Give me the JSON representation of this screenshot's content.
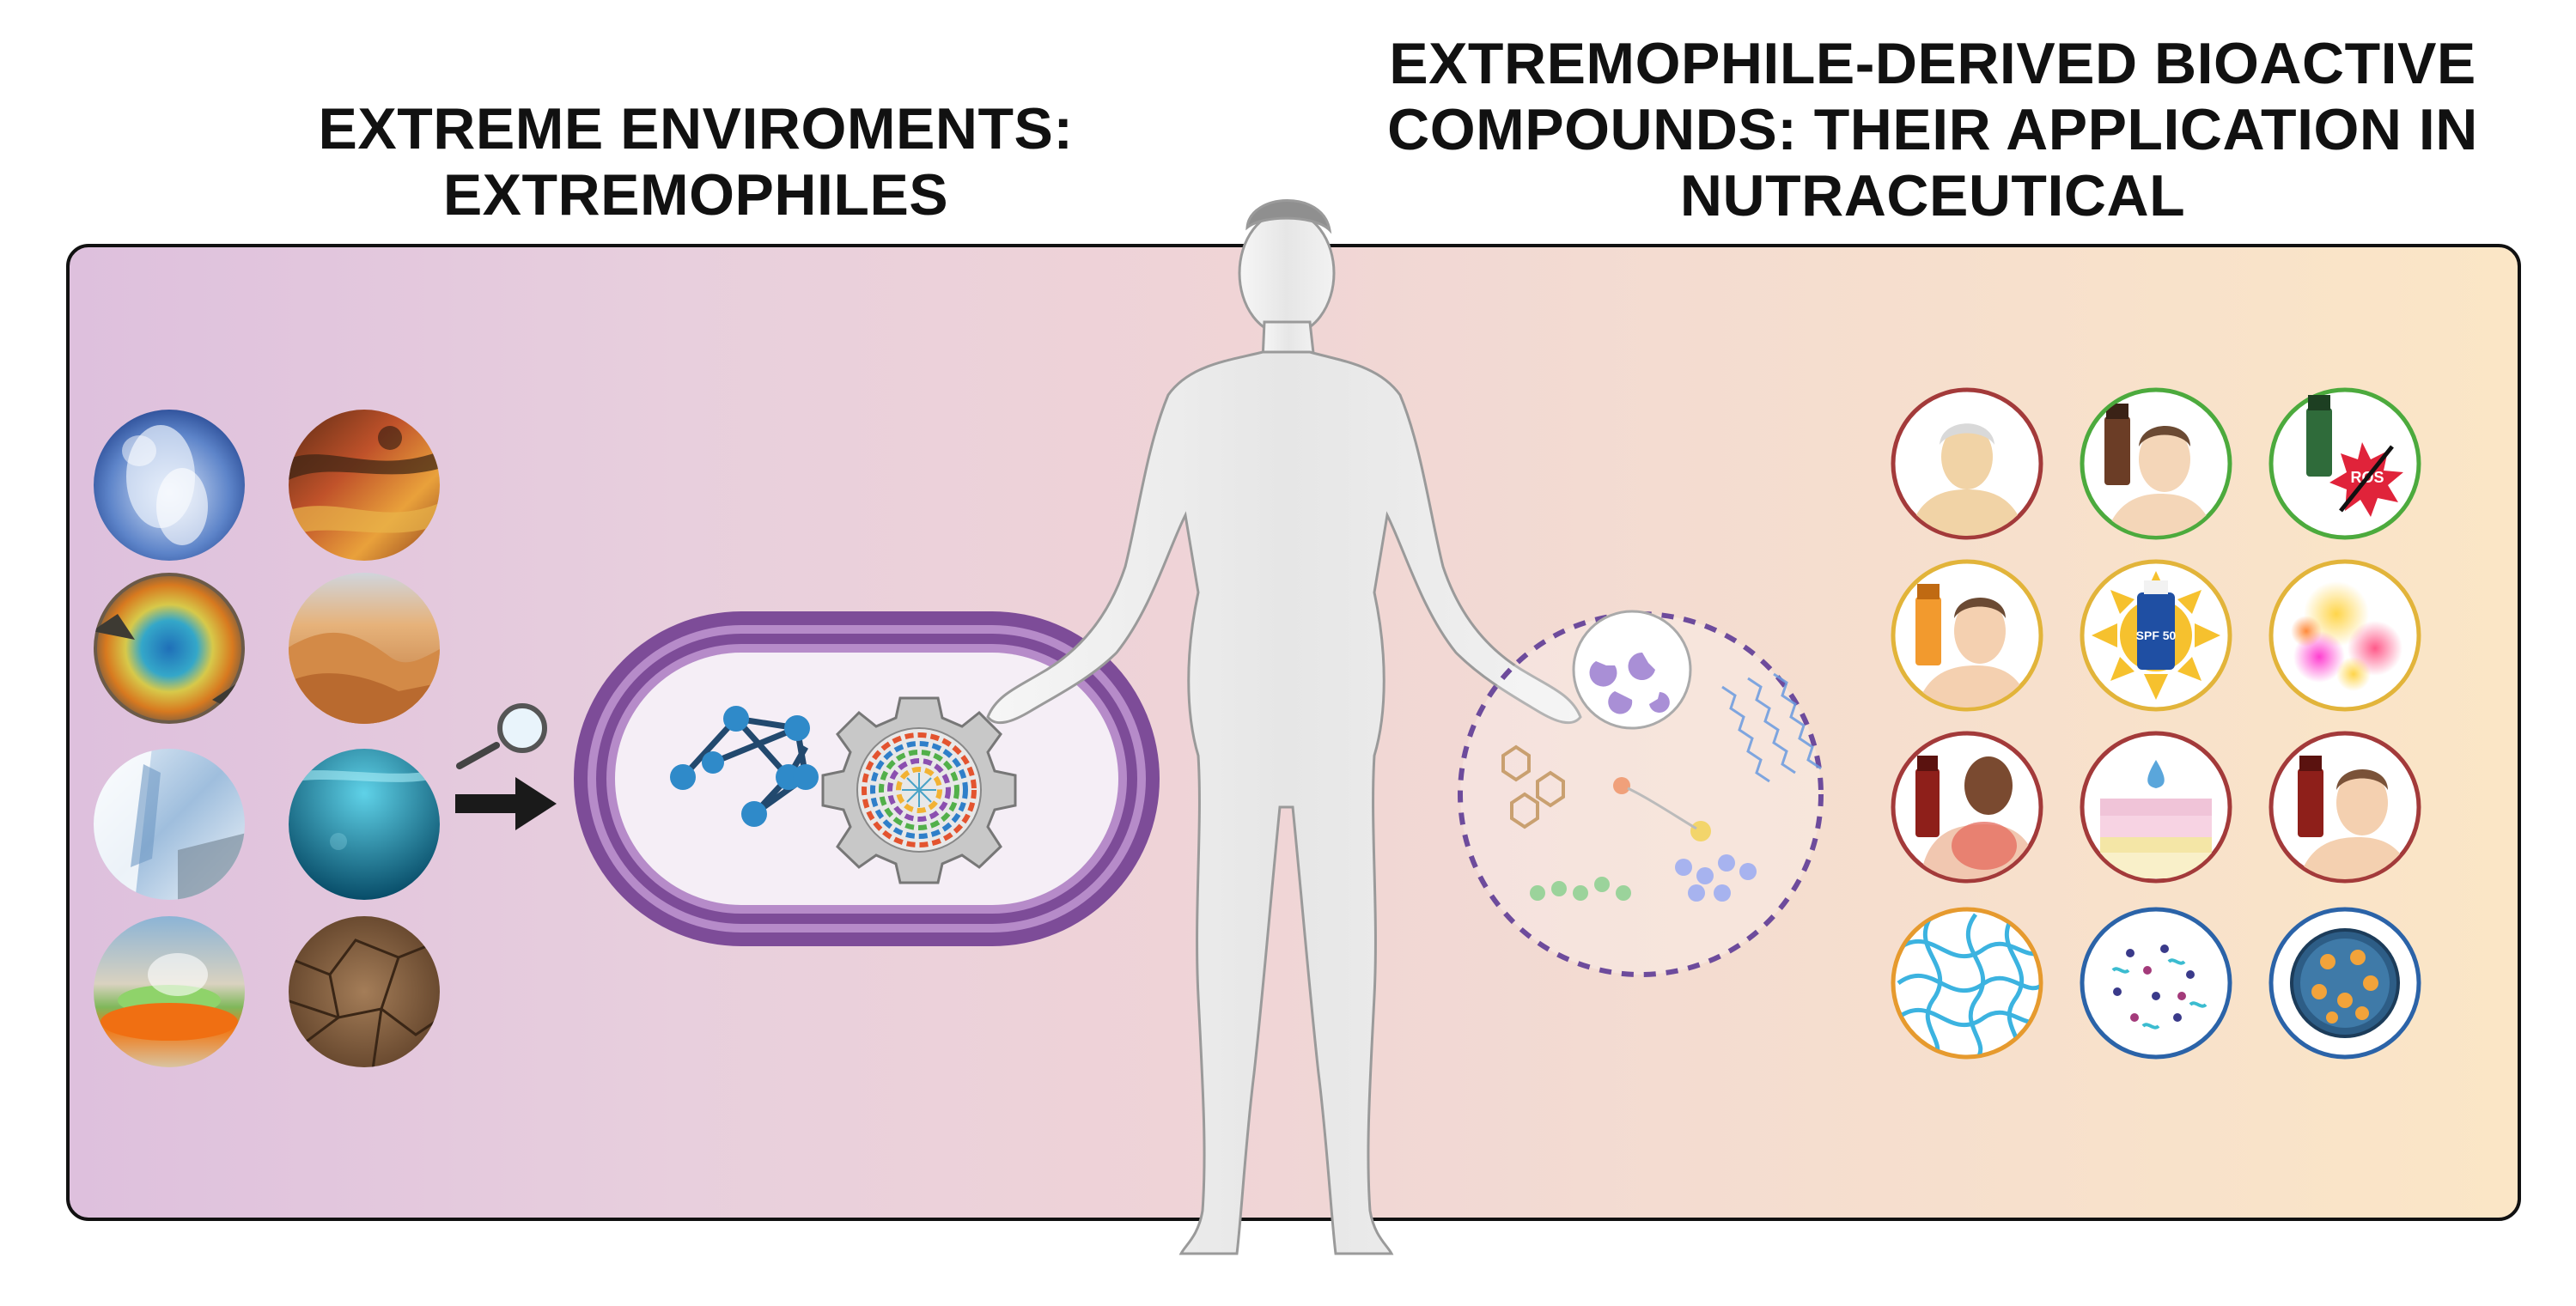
{
  "titles": {
    "left": "EXTREME ENVIROMENTS: EXTREMOPHILES",
    "right": "EXTREMOPHILE-DERIVED BIOACTIVE COMPOUNDS: THEIR APPLICATION IN NUTRACEUTICAL"
  },
  "environments": [
    {
      "name": "atmosphere",
      "icon": "sky-clouds-icon",
      "colors": [
        "#1b3f9a",
        "#b9cfee"
      ]
    },
    {
      "name": "acidic-river",
      "icon": "red-river-icon",
      "colors": [
        "#7a2a12",
        "#d9822b"
      ]
    },
    {
      "name": "hot-spring",
      "icon": "hot-spring-icon",
      "colors": [
        "#1a7fc1",
        "#e3a31f"
      ]
    },
    {
      "name": "desert",
      "icon": "desert-dunes-icon",
      "colors": [
        "#c98845",
        "#e9b777"
      ]
    },
    {
      "name": "polar-ice",
      "icon": "ice-glacier-icon",
      "colors": [
        "#5c7fa8",
        "#e9f1f8"
      ]
    },
    {
      "name": "deep-sea",
      "icon": "ocean-icon",
      "colors": [
        "#0b5a7a",
        "#3bb3cf"
      ]
    },
    {
      "name": "geyser",
      "icon": "geyser-icon",
      "colors": [
        "#e67a18",
        "#9bc3df"
      ]
    },
    {
      "name": "dry-soil",
      "icon": "cracked-soil-icon",
      "colors": [
        "#6a4a30",
        "#a77f5c"
      ]
    }
  ],
  "applications": [
    {
      "name": "anti-aging",
      "icon": "aging-face-icon",
      "ring": "#a33a3a"
    },
    {
      "name": "skin-whitening",
      "icon": "whitening-face-icon",
      "ring": "#4caa3d"
    },
    {
      "name": "antioxidant-ros",
      "icon": "ros-burst-icon",
      "ring": "#4caa3d",
      "text": "ROS"
    },
    {
      "name": "moisturizing-cream",
      "icon": "cream-face-icon",
      "ring": "#e2b43a"
    },
    {
      "name": "sunscreen",
      "icon": "sunscreen-spf-icon",
      "ring": "#e2b43a",
      "text": "SPF 50"
    },
    {
      "name": "pigments",
      "icon": "pigment-spots-icon",
      "ring": "#e2b43a"
    },
    {
      "name": "anti-inflammatory",
      "icon": "sunburn-back-icon",
      "ring": "#a33a3a"
    },
    {
      "name": "skin-hydration",
      "icon": "skin-layer-drop-icon",
      "ring": "#a33a3a"
    },
    {
      "name": "skin-care",
      "icon": "cream-face-2-icon",
      "ring": "#a33a3a"
    },
    {
      "name": "polymer-network",
      "icon": "polymer-net-icon",
      "ring": "#e69a2e"
    },
    {
      "name": "nanoparticles",
      "icon": "nanoparticle-icon",
      "ring": "#2b63a8"
    },
    {
      "name": "encapsulation",
      "icon": "capsule-cell-icon",
      "ring": "#2b63a8"
    }
  ],
  "colors": {
    "cell_membrane": "#6d3d8c",
    "network_nodes": "#2f8ac9",
    "arrow": "#1a1a1a",
    "dashed_circle": "#6d4b9c",
    "human_body": "#ededed"
  }
}
